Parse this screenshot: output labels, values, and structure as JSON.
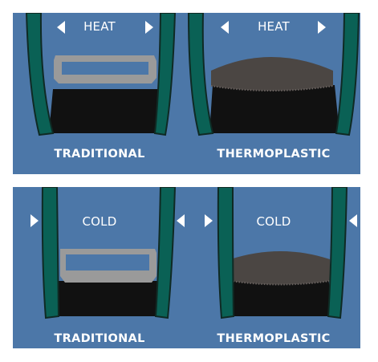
{
  "colors": {
    "background": "#4c77a8",
    "tire_wall": "#0a6155",
    "tire_wall_edge": "#0f2a24",
    "tire_body": "#111111",
    "traditional_bead": "#9a9a9a",
    "thermoplastic_patch": "#4b4643"
  },
  "panels": {
    "heat": {
      "state": "HEAT",
      "arrow_direction": "outward",
      "traditional": {
        "label": "TRADITIONAL"
      },
      "thermoplastic": {
        "label": "THERMOPLASTIC"
      }
    },
    "cold": {
      "state": "COLD",
      "arrow_direction": "inward",
      "traditional": {
        "label": "TRADITIONAL"
      },
      "thermoplastic": {
        "label": "THERMOPLASTIC"
      }
    }
  }
}
